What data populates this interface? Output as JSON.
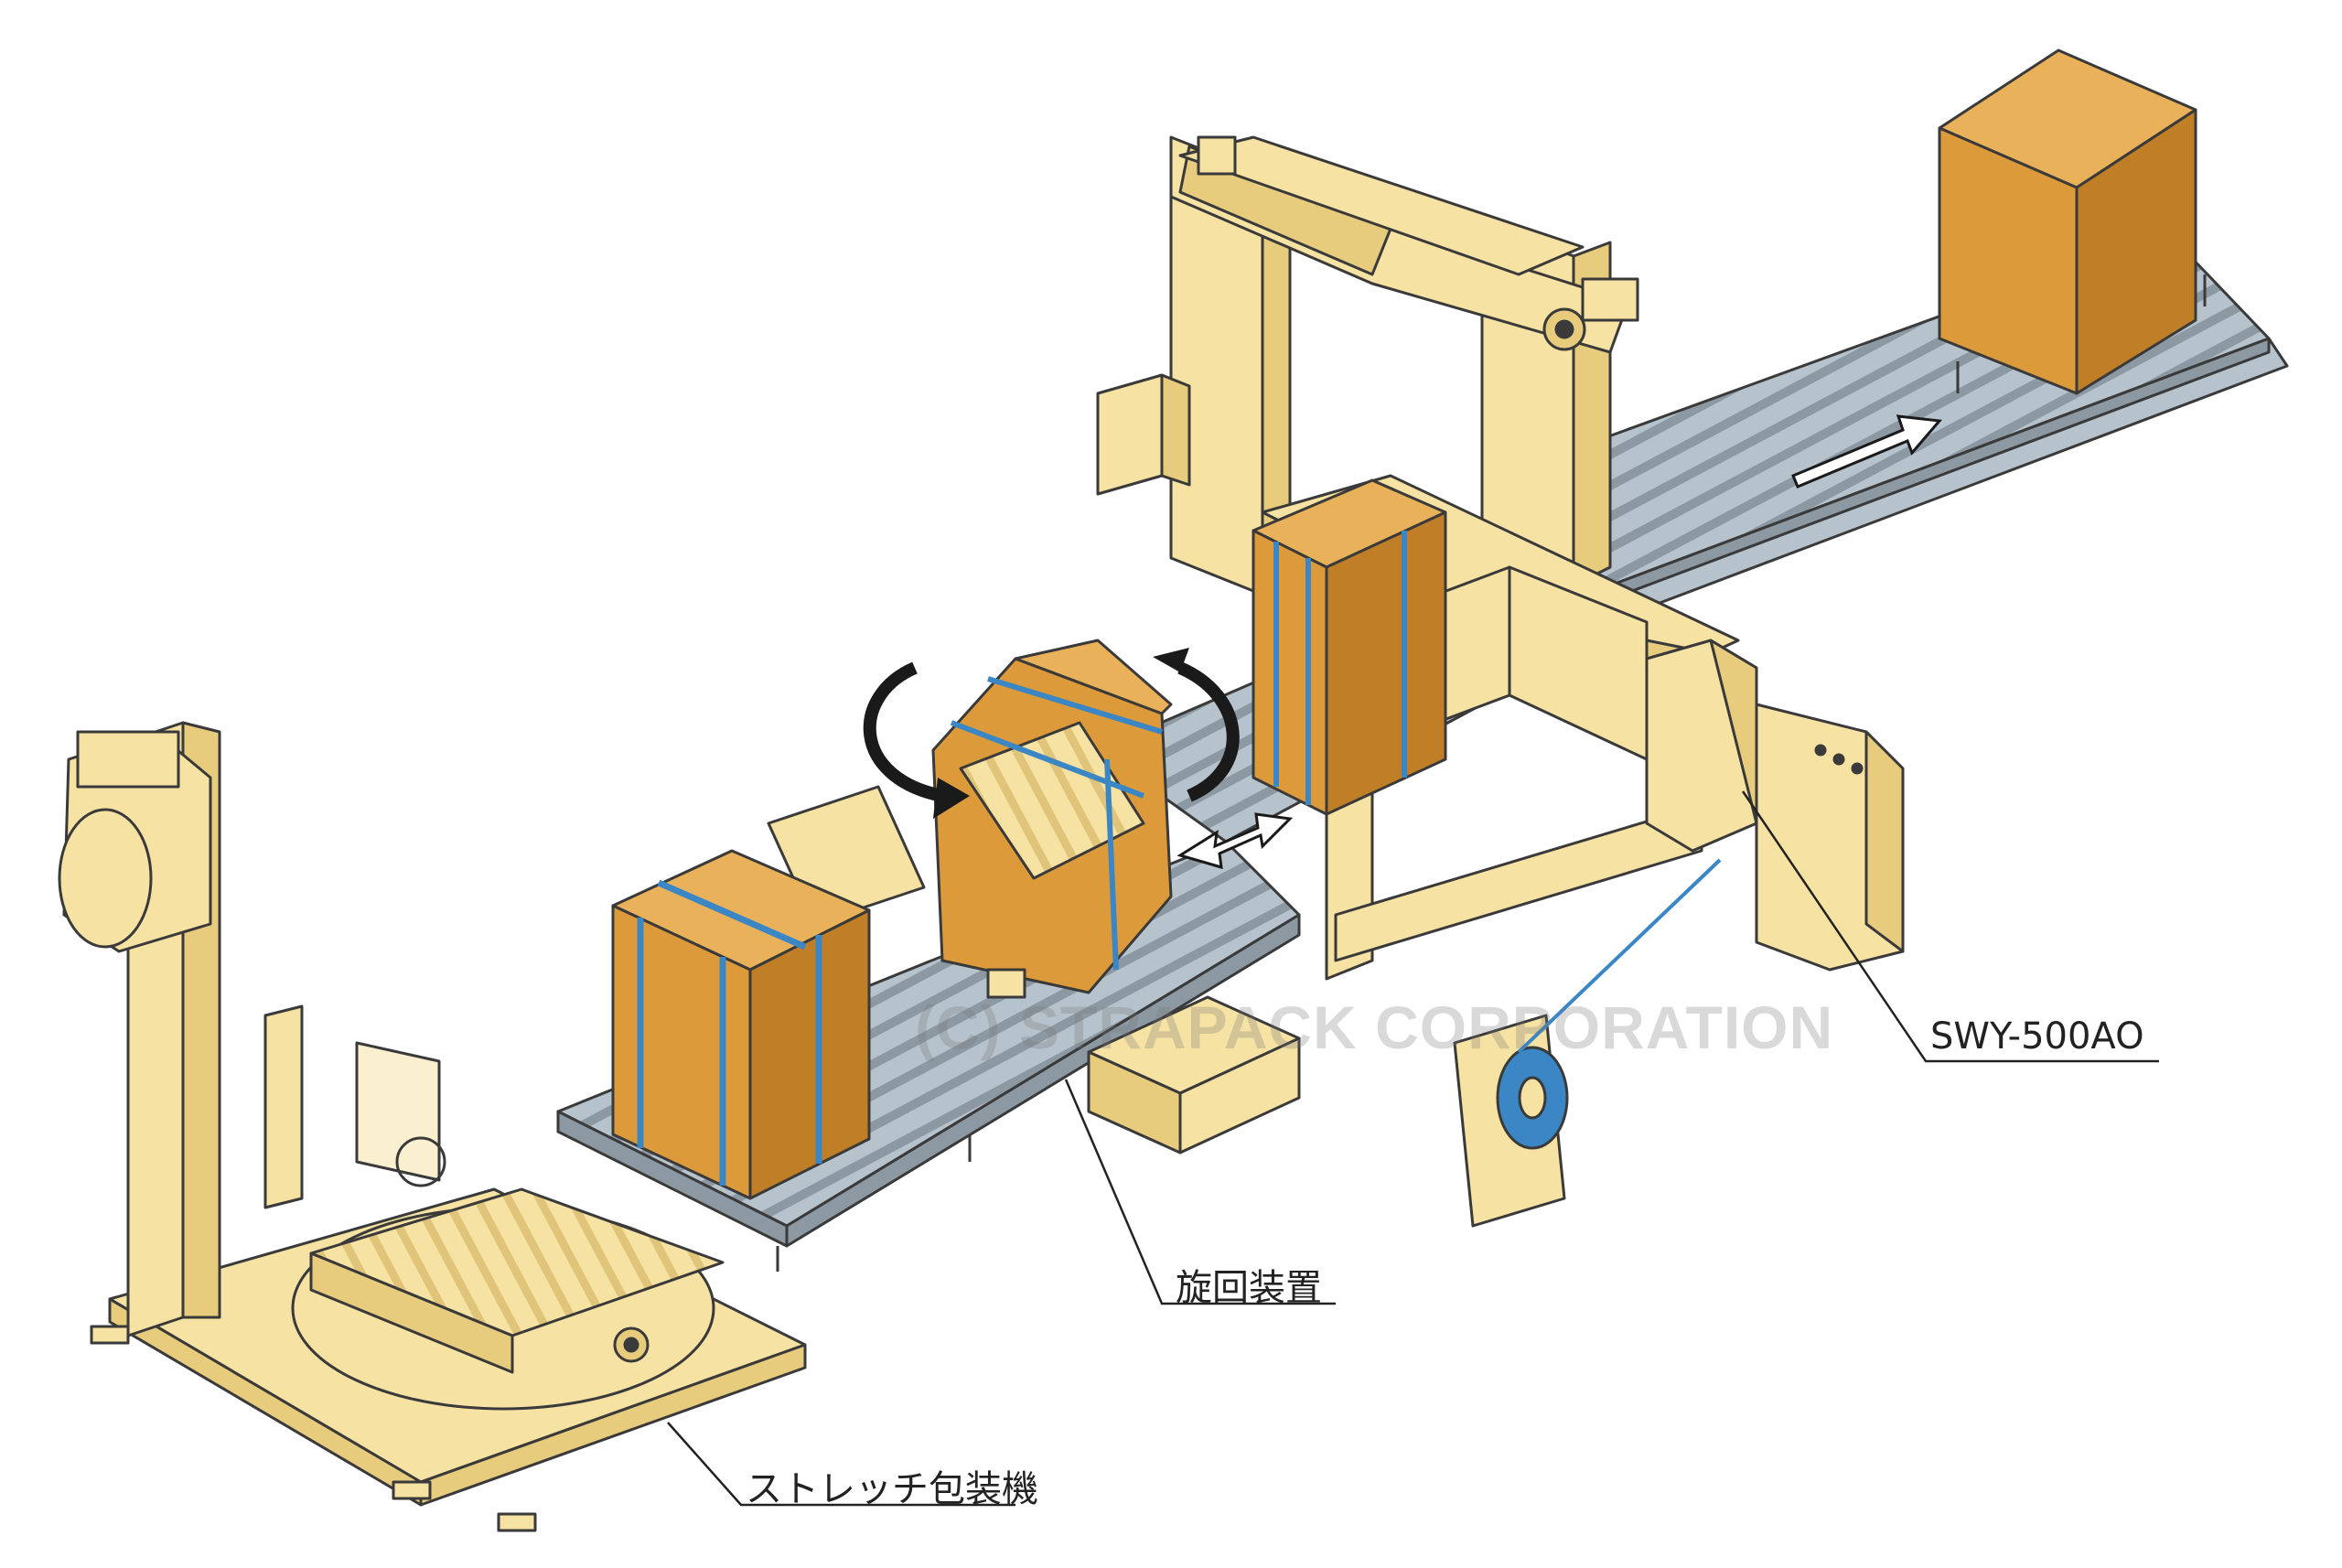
{
  "labels": {
    "model": "SWY-500AO",
    "rotator": "旋回装置",
    "stretch_wrapper": "ストレッチ包装機"
  },
  "watermark": "(C) STRAPACK CORPORATION",
  "colors": {
    "machine": "#f6e2a2",
    "machine_dark": "#e8cc7e",
    "outline": "#3a3a3a",
    "box": "#dc9a3a",
    "box_dark": "#c07f26",
    "box_top": "#e9b25a",
    "strap": "#3b86c4",
    "conveyor": "#b7c3cc",
    "conveyor_dark": "#8c99a3",
    "arrow_white": "#ffffff",
    "arrow_black": "#1a1a1a"
  }
}
